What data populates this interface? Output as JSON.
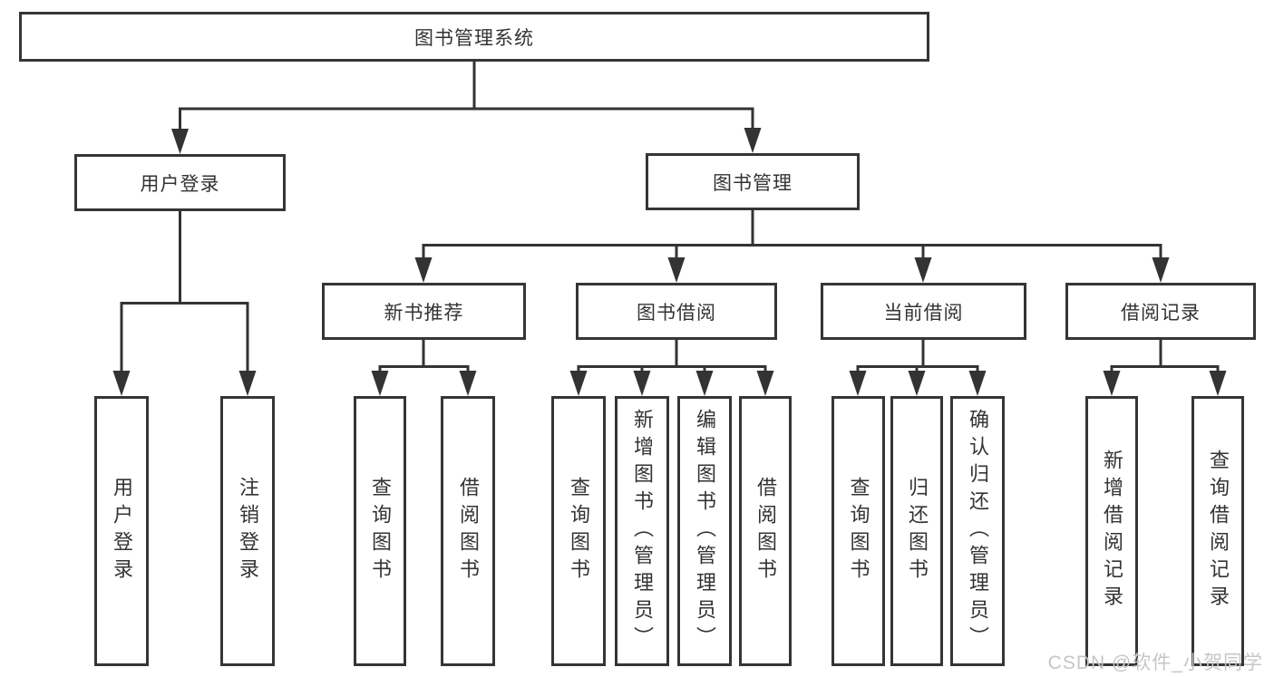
{
  "tree": {
    "root": {
      "label": "图书管理系统"
    },
    "branches": [
      {
        "label": "用户登录",
        "children": [
          {
            "label": "用户登录"
          },
          {
            "label": "注销登录"
          }
        ]
      },
      {
        "label": "图书管理",
        "sections": [
          {
            "label": "新书推荐",
            "children": [
              {
                "label": "查询图书"
              },
              {
                "label": "借阅图书"
              }
            ]
          },
          {
            "label": "图书借阅",
            "children": [
              {
                "label": "查询图书"
              },
              {
                "label": "新增图书（管理员）"
              },
              {
                "label": "编辑图书（管理员）"
              },
              {
                "label": "借阅图书"
              }
            ]
          },
          {
            "label": "当前借阅",
            "children": [
              {
                "label": "查询图书"
              },
              {
                "label": "归还图书"
              },
              {
                "label": "确认归还（管理员）"
              }
            ]
          },
          {
            "label": "借阅记录",
            "children": [
              {
                "label": "新增借阅记录"
              },
              {
                "label": "查询借阅记录"
              }
            ]
          }
        ]
      }
    ]
  },
  "watermark": "CSDN @软件_小贺同学",
  "colors": {
    "line": "#333333",
    "box_border": "#353535",
    "text": "#333333",
    "watermark": "#c6c6c6",
    "background": "#ffffff"
  }
}
